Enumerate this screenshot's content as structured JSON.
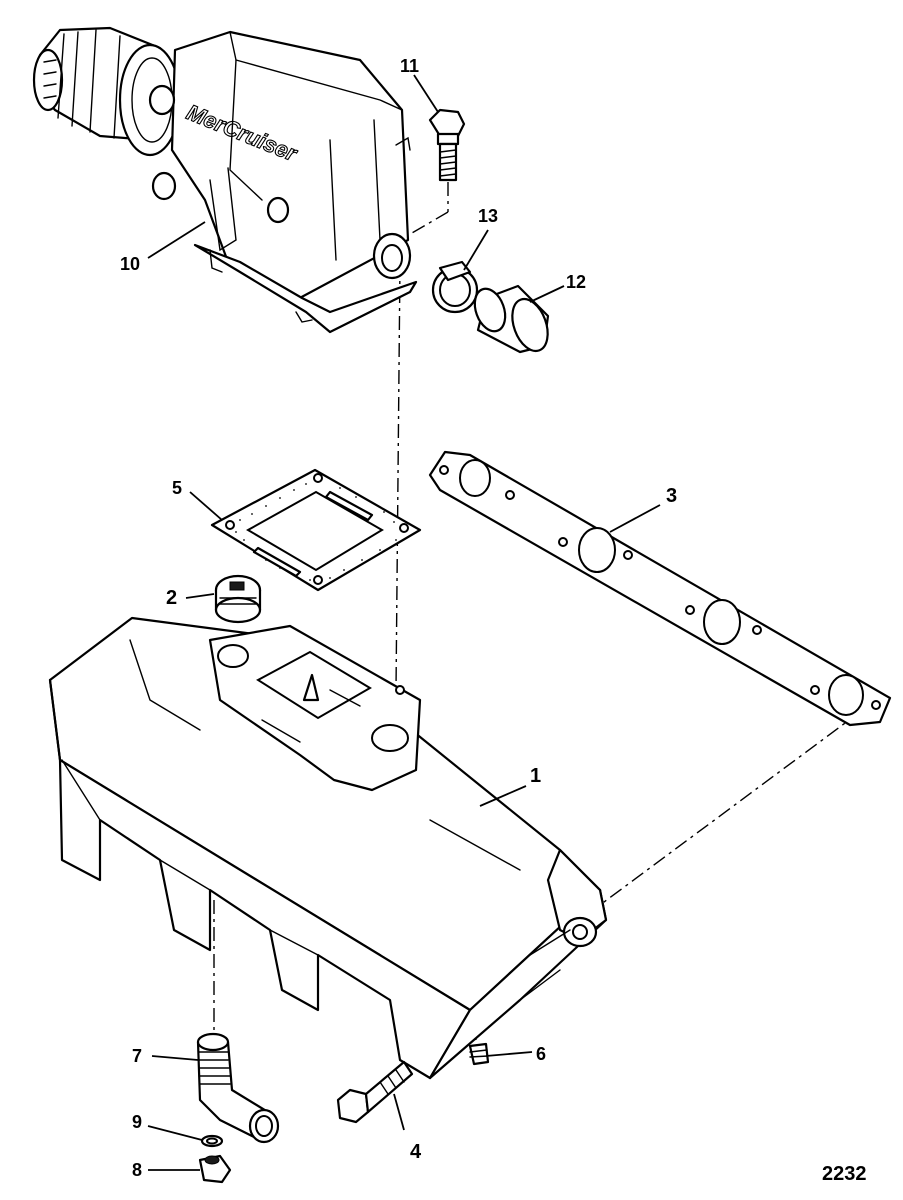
{
  "brand_text": "MerCruiser",
  "figure_number": "2232",
  "callouts": [
    {
      "id": "1",
      "text": "1"
    },
    {
      "id": "2",
      "text": "2"
    },
    {
      "id": "3",
      "text": "3"
    },
    {
      "id": "4",
      "text": "4"
    },
    {
      "id": "5",
      "text": "5"
    },
    {
      "id": "6",
      "text": "6"
    },
    {
      "id": "7",
      "text": "7"
    },
    {
      "id": "8",
      "text": "8"
    },
    {
      "id": "9",
      "text": "9"
    },
    {
      "id": "10",
      "text": "10"
    },
    {
      "id": "11",
      "text": "11"
    },
    {
      "id": "12",
      "text": "12"
    },
    {
      "id": "13",
      "text": "13"
    }
  ]
}
